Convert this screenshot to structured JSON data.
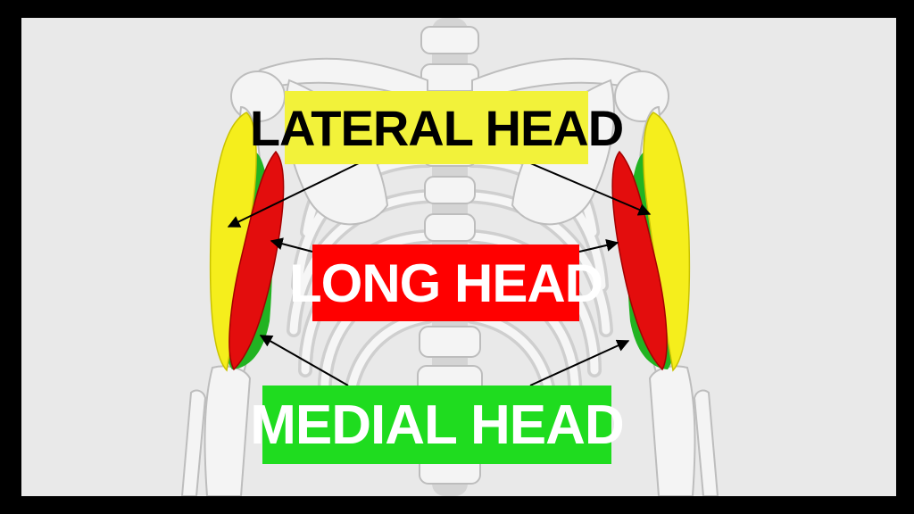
{
  "labels": {
    "lateral": {
      "text": "LATERAL HEAD",
      "bg": "#f2f23a",
      "fg": "#000000"
    },
    "long": {
      "text": "LONG HEAD",
      "bg": "#ff0000",
      "fg": "#ffffff"
    },
    "medial": {
      "text": "MEDIAL HEAD",
      "bg": "#1fdc1f",
      "fg": "#ffffff"
    }
  },
  "colors": {
    "frame": "#000000",
    "background": "#e9e9e9",
    "bone": "#f4f4f4",
    "bone_shadow": "#c9c9c9",
    "lateral_muscle": "#f5ee1c",
    "long_muscle": "#e30d0d",
    "medial_muscle": "#22b322",
    "arrow": "#000000"
  }
}
